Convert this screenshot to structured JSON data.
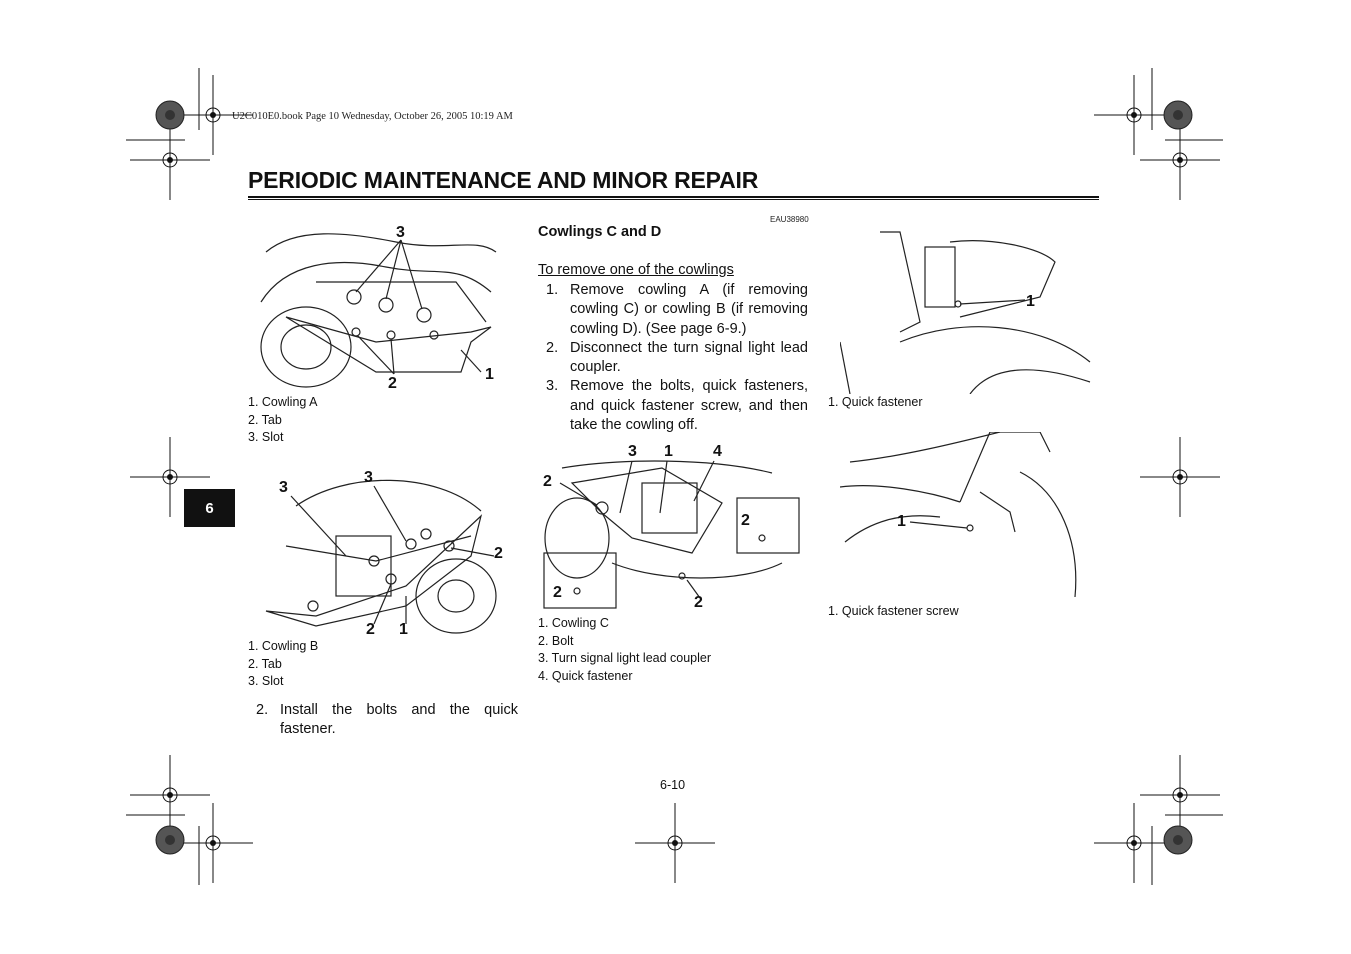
{
  "header": {
    "book_info": "U2C010E0.book  Page 10  Wednesday, October 26, 2005  10:19 AM",
    "page_title": "PERIODIC MAINTENANCE AND MINOR REPAIR",
    "chapter_tab": "6"
  },
  "section": {
    "code": "EAU38980",
    "title": "Cowlings C and D",
    "subtitle": "To remove one of the cowlings",
    "steps": [
      {
        "num": "1.",
        "text": "Remove cowling A (if removing cowling C) or cowling B (if removing cowling D). (See page 6-9.)"
      },
      {
        "num": "2.",
        "text": "Disconnect the turn signal light lead coupler."
      },
      {
        "num": "3.",
        "text": "Remove the bolts, quick fasteners, and quick fastener screw, and then take the cowling off."
      }
    ]
  },
  "figures": {
    "cowling_a": {
      "callouts": [
        "3",
        "2",
        "1"
      ],
      "captions": [
        "1.  Cowling A",
        "2.  Tab",
        "3.  Slot"
      ]
    },
    "cowling_b": {
      "callouts": [
        "3",
        "3",
        "2",
        "2",
        "1"
      ],
      "captions": [
        "1.  Cowling B",
        "2.  Tab",
        "3.  Slot"
      ]
    },
    "cowling_c": {
      "callouts": [
        "3",
        "1",
        "4",
        "2",
        "2",
        "2",
        "2"
      ],
      "captions": [
        "1.  Cowling C",
        "2.  Bolt",
        "3.  Turn signal light lead coupler",
        "4.  Quick fastener"
      ]
    },
    "quick_fastener": {
      "callouts": [
        "1"
      ],
      "captions": [
        "1.  Quick fastener"
      ]
    },
    "quick_fastener_screw": {
      "callouts": [
        "1"
      ],
      "captions": [
        "1.  Quick fastener screw"
      ]
    }
  },
  "install_step": {
    "num": "2.",
    "text": "Install the bolts and the quick fastener."
  },
  "footer": {
    "page_number": "6-10"
  }
}
